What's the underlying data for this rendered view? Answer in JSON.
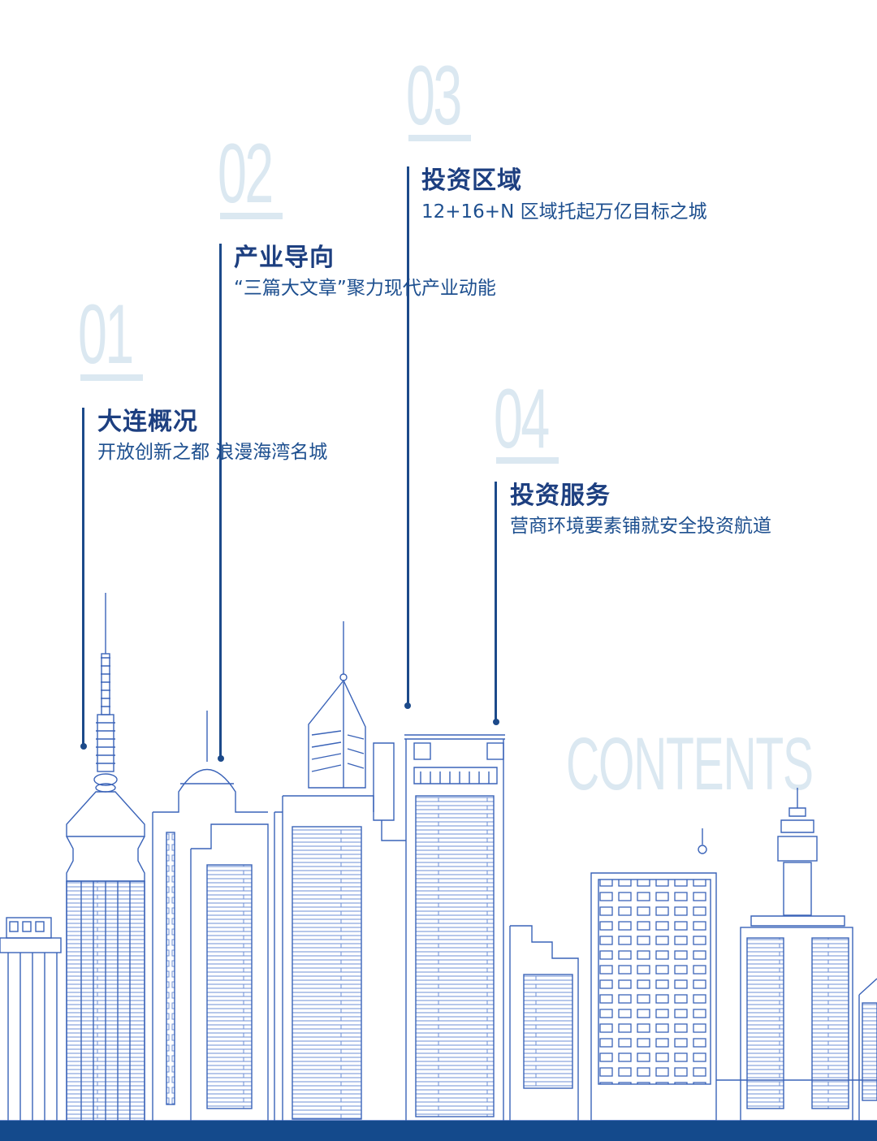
{
  "sections": [
    {
      "number": "01",
      "title": "大连概况",
      "subtitle": "开放创新之都 浪漫海湾名城"
    },
    {
      "number": "02",
      "title": "产业导向",
      "subtitle": "“三篇大文章”聚力现代产业动能"
    },
    {
      "number": "03",
      "title": "投资区域",
      "subtitle": "12+16+N 区域托起万亿目标之城"
    },
    {
      "number": "04",
      "title": "投资服务",
      "subtitle": "营商环境要素铺就安全投资航道"
    }
  ],
  "contents_label": "CONTENTS",
  "colors": {
    "primary": "#1d3f80",
    "accent_line": "#1c4a8a",
    "light_number": "#dbe8f1",
    "skyline_stroke": "#3a63b8",
    "bottom_bar": "#144a8c"
  }
}
